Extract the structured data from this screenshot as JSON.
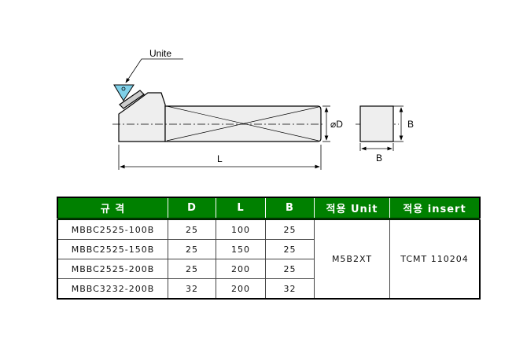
{
  "drawing": {
    "unit_label": "Unite",
    "diameter_label": "⌀D",
    "length_label": "L",
    "width_label_side": "B",
    "width_label_bottom": "B",
    "insert_color": "#7fd0e8"
  },
  "table": {
    "headers": [
      "규 격",
      "D",
      "L",
      "B",
      "적용 Unit",
      "적용 insert"
    ],
    "rows": [
      {
        "spec": "MBBC2525-100B",
        "D": "25",
        "L": "100",
        "B": "25"
      },
      {
        "spec": "MBBC2525-150B",
        "D": "25",
        "L": "150",
        "B": "25"
      },
      {
        "spec": "MBBC2525-200B",
        "D": "25",
        "L": "200",
        "B": "25"
      },
      {
        "spec": "MBBC3232-200B",
        "D": "32",
        "L": "200",
        "B": "32"
      }
    ],
    "unit": "M5B2XT",
    "insert": "TCMT 110204",
    "header_color": "#008000"
  }
}
